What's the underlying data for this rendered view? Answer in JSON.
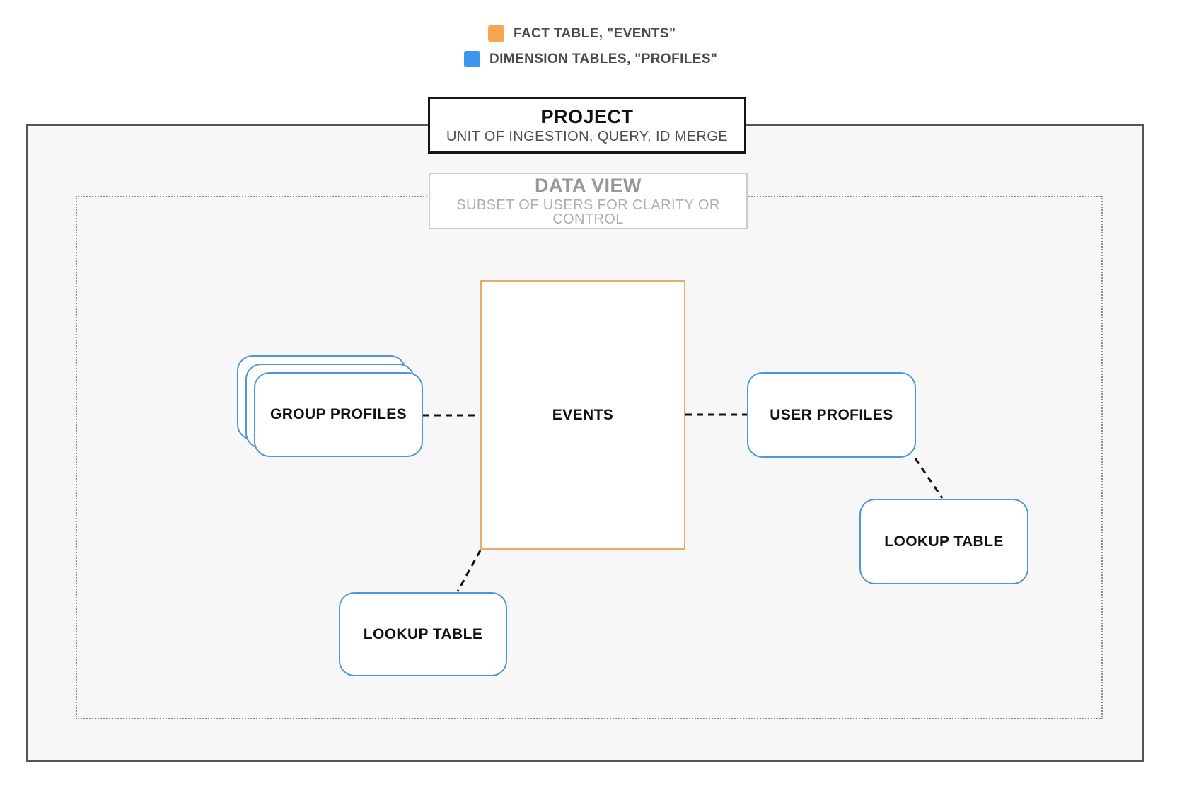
{
  "page": {
    "background": "#ffffff",
    "container_background": "#f7f7f7"
  },
  "legend": {
    "items": [
      {
        "id": "fact",
        "label": "FACT TABLE, \"EVENTS\"",
        "swatch_color": "#f5a64e"
      },
      {
        "id": "dimension",
        "label": "DIMENSION TABLES, \"PROFILES\"",
        "swatch_color": "#3b97ec"
      }
    ]
  },
  "containers": {
    "project": {
      "title": "PROJECT",
      "subtitle": "UNIT OF INGESTION, QUERY, ID MERGE"
    },
    "data_view": {
      "title": "DATA VIEW",
      "subtitle": "SUBSET OF USERS FOR CLARITY OR CONTROL"
    }
  },
  "nodes": {
    "events": {
      "label": "EVENTS",
      "role": "fact-table",
      "border_color": "#e6ac6c"
    },
    "group_profiles": {
      "label": "GROUP PROFILES",
      "role": "dimension-table-stack",
      "border_color": "#4e96d9"
    },
    "user_profiles": {
      "label": "USER PROFILES",
      "role": "dimension-table",
      "border_color": "#4e96d9"
    },
    "lookup_table_left": {
      "label": "LOOKUP TABLE",
      "role": "dimension-table",
      "border_color": "#4e96d9"
    },
    "lookup_table_right": {
      "label": "LOOKUP TABLE",
      "role": "dimension-table",
      "border_color": "#4e96d9"
    }
  },
  "connections": [
    {
      "from": "group_profiles",
      "to": "events",
      "style": "dashed"
    },
    {
      "from": "events",
      "to": "user_profiles",
      "style": "dashed"
    },
    {
      "from": "events",
      "to": "lookup_table_left",
      "style": "dashed"
    },
    {
      "from": "user_profiles",
      "to": "lookup_table_right",
      "style": "dashed"
    }
  ]
}
